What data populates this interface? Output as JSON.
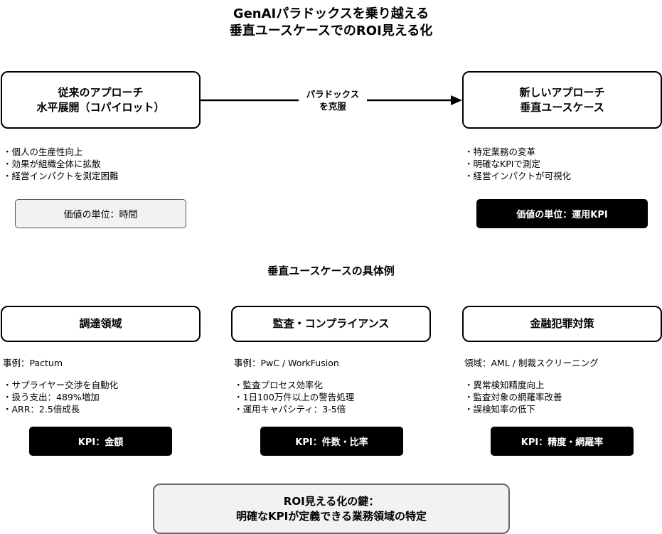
{
  "title": {
    "line1": "GenAIパラドックスを乗り越える",
    "line2": "垂直ユースケースでのROI見える化"
  },
  "traditional": {
    "title_line1": "従来のアプローチ",
    "title_line2": "水平展開（コパイロット）",
    "points": [
      "・個人の生産性向上",
      "・効果が組織全体に拡散",
      "・経営インパクトを測定困難"
    ],
    "unit": "価値の単位：時間"
  },
  "arrow": {
    "label_line1": "パラドックス",
    "label_line2": "を克服"
  },
  "new_approach": {
    "title_line1": "新しいアプローチ",
    "title_line2": "垂直ユースケース",
    "points": [
      "・特定業務の変革",
      "・明確なKPIで測定",
      "・経営インパクトが可視化"
    ],
    "unit": "価値の単位：運用KPI"
  },
  "examples_title": "垂直ユースケースの具体例",
  "examples": [
    {
      "title": "調達領域",
      "case": "事例：Pactum",
      "points": [
        "・サプライヤー交渉を自動化",
        "・扱う支出：489%増加",
        "・ARR：2.5倍成長"
      ],
      "kpi": "KPI：金額"
    },
    {
      "title": "監査・コンプライアンス",
      "case": "事例：PwC / WorkFusion",
      "points": [
        "・監査プロセス効率化",
        "・1日100万件以上の警告処理",
        "・運用キャパシティ：3-5倍"
      ],
      "kpi": "KPI：件数・比率"
    },
    {
      "title": "金融犯罪対策",
      "case": "領域：AML / 制裁スクリーニング",
      "points": [
        "・異常検知精度向上",
        "・監査対象の網羅率改善",
        "・誤検知率の低下"
      ],
      "kpi": "KPI：精度・網羅率"
    }
  ],
  "key": {
    "line1": "ROI見える化の鍵：",
    "line2": "明確なKPIが定義できる業務領域の特定"
  }
}
